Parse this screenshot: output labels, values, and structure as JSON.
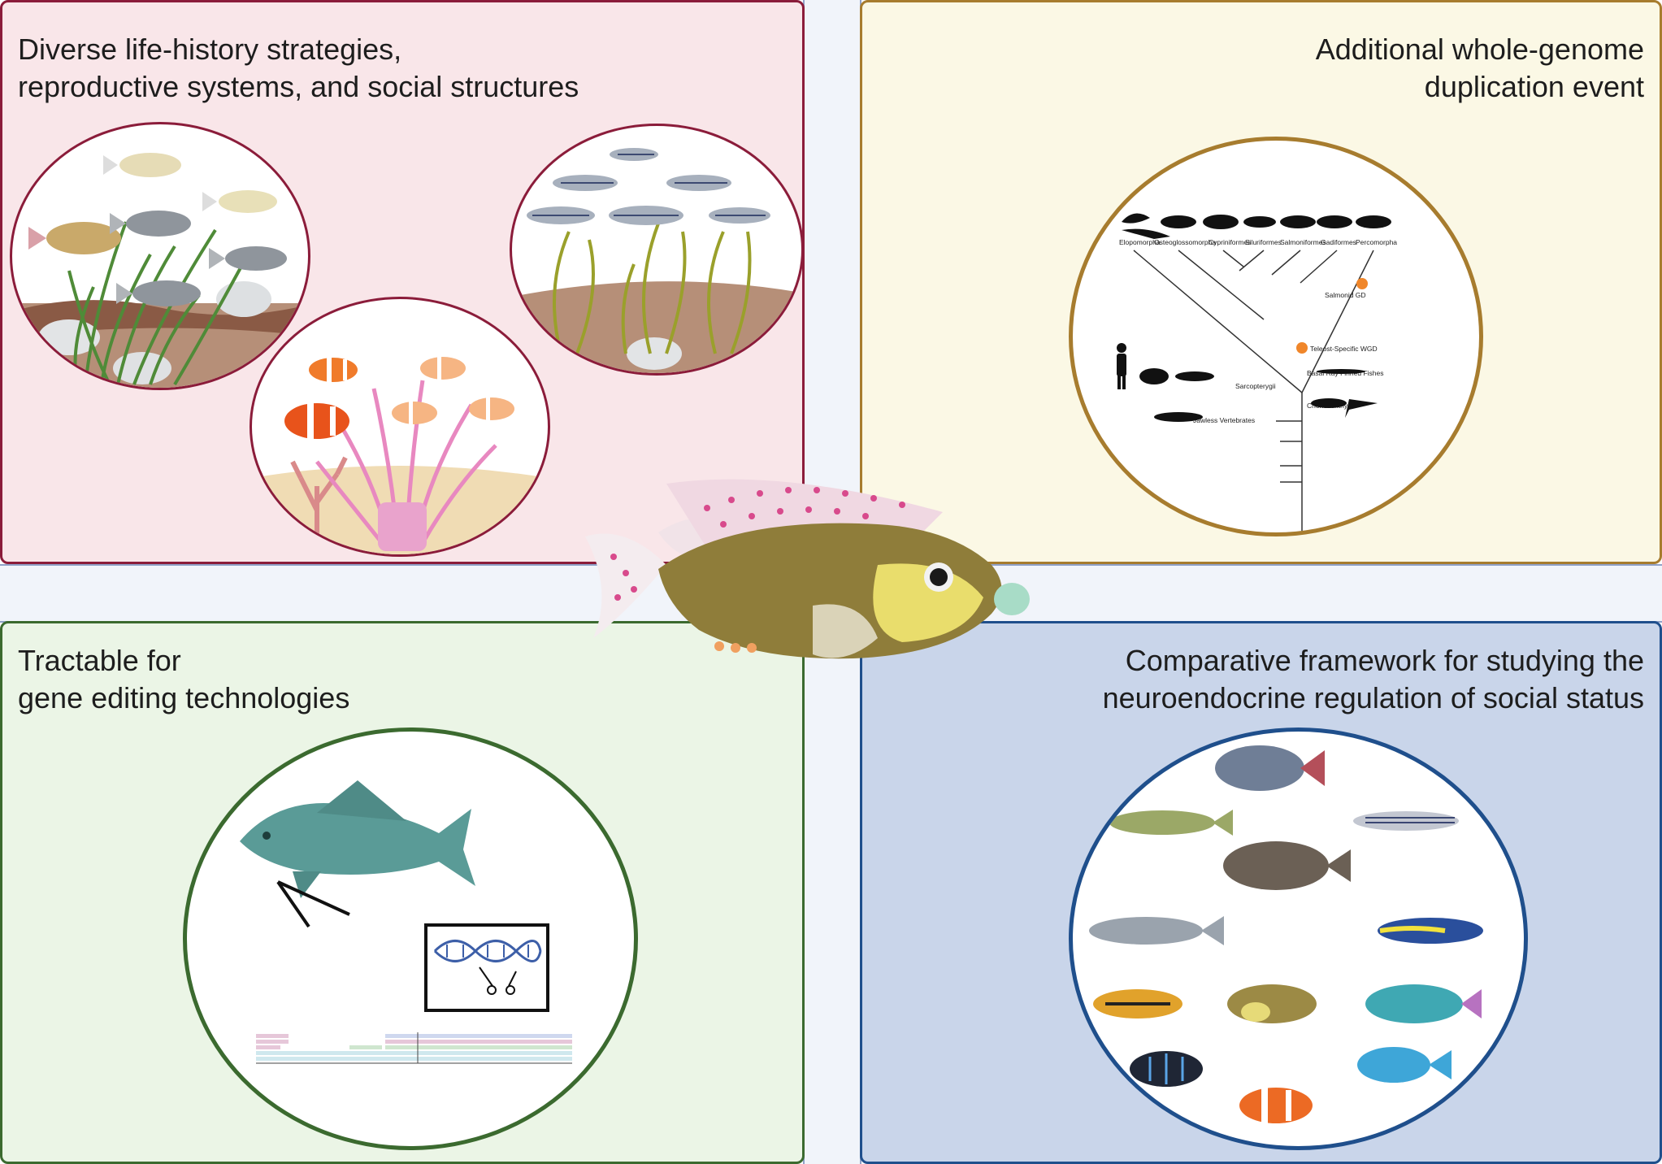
{
  "panels": {
    "top_left": {
      "title": "Diverse life-history strategies,\nreproductive systems, and social structures",
      "colors": {
        "border": "#8b1c3a",
        "fill": "#f9e6e9"
      }
    },
    "top_right": {
      "title": "Additional whole-genome\nduplication event",
      "colors": {
        "border": "#a77c2e",
        "fill": "#fbf8e5"
      },
      "phylogeny": {
        "top_taxa": [
          "Elopomorpha",
          "Osteoglossomorpha",
          "Cypriniformes",
          "Siluriformes",
          "Salmoniformes",
          "Gadiformes",
          "Percomorpha"
        ],
        "events": [
          "Salmonid GD",
          "Teleost-Specific WGD"
        ],
        "lower_groups": [
          "Basal Ray Finned Fishes",
          "Sarcopterygii",
          "Chondrichthyes",
          "Jawless Vertebrates"
        ]
      }
    },
    "bottom_left": {
      "title": "Tractable for\ngene editing technologies",
      "colors": {
        "border": "#3b6a2f",
        "fill": "#ebf5e6"
      }
    },
    "bottom_right": {
      "title": "Comparative framework for studying the\nneuroendocrine regulation of social status",
      "colors": {
        "border": "#1f4f8c",
        "fill": "#c9d5ea"
      }
    }
  },
  "icons": {
    "center": "cichlid-fish-icon",
    "life_history": [
      "cichlid-school-icon",
      "clownfish-anemone-icon",
      "zebrafish-school-icon"
    ],
    "gene_editing": [
      "fish-icon",
      "dna-scissors-icon",
      "genome-track-icon"
    ],
    "comparative": [
      "tilapia-icon",
      "trout-icon",
      "zebrafish-icon",
      "sea-bass-icon",
      "salmon-icon",
      "cleaner-wrasse-icon",
      "goby-icon",
      "cichlid-icon",
      "parrotfish-icon",
      "mbuna-icon",
      "damselfish-icon",
      "clownfish-icon"
    ]
  },
  "colors": {
    "cross_band": "#f1f4fa",
    "cross_band_border": "#8fa1c8"
  }
}
